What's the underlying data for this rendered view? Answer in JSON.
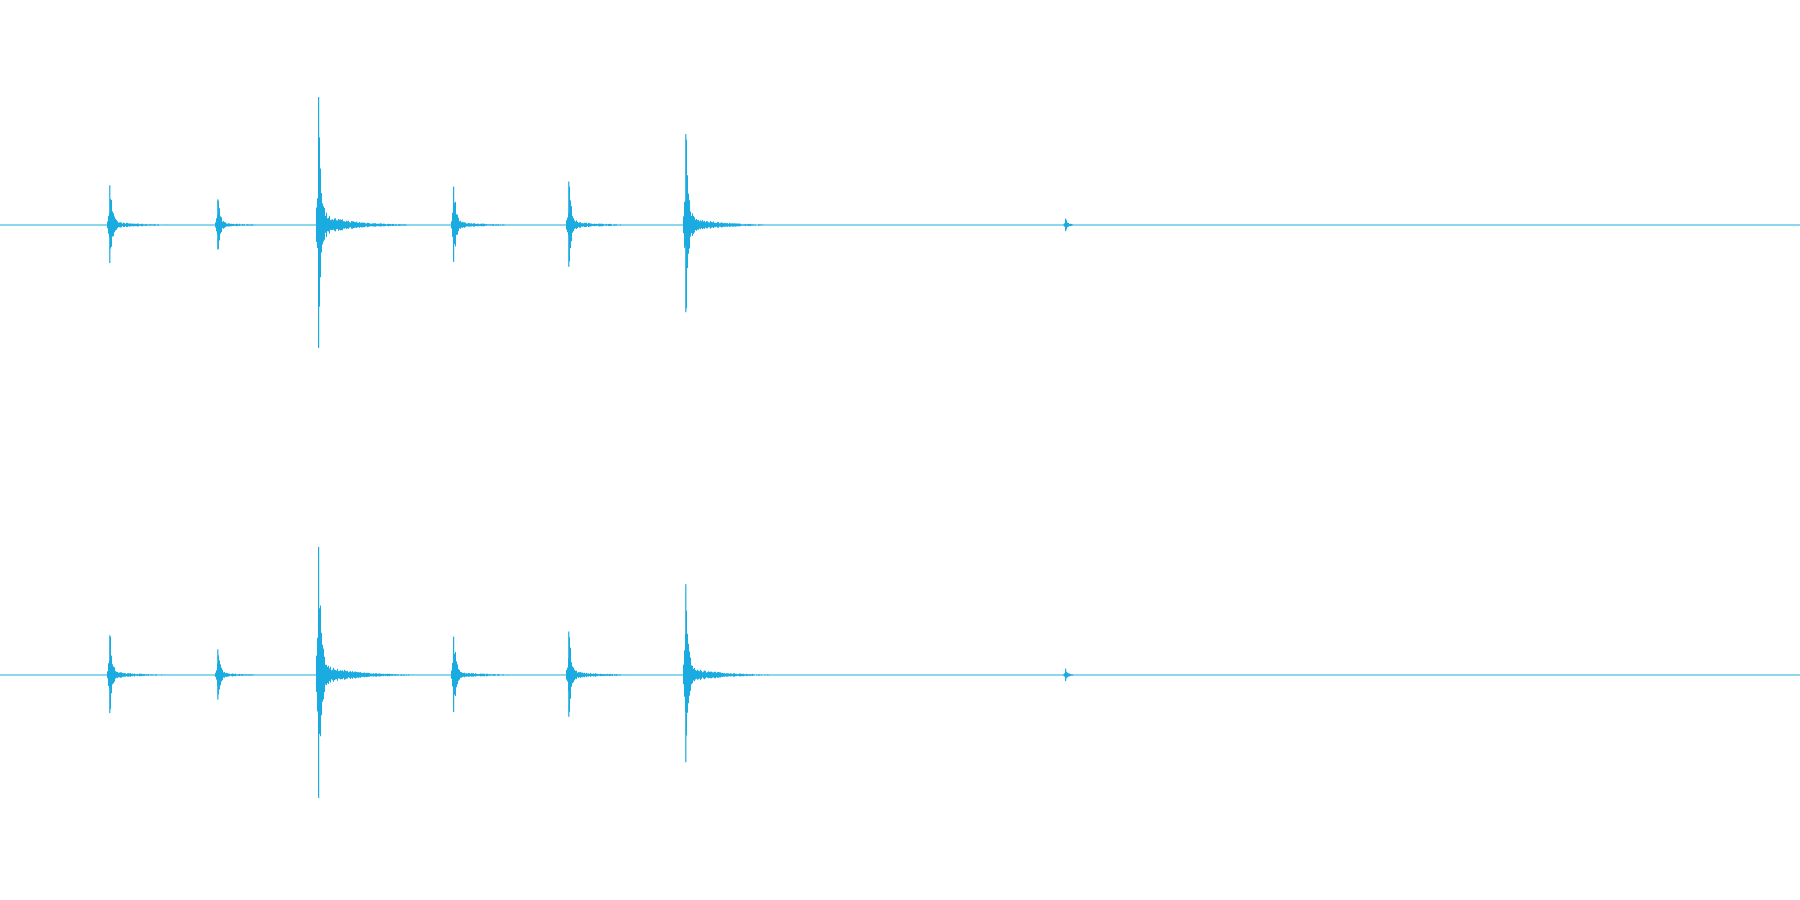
{
  "chart_data": {
    "type": "area",
    "title": "",
    "xlabel": "",
    "ylabel": "",
    "color": "#1aace0",
    "grid": false,
    "legend": "none",
    "duration": 1.0,
    "ylim": [
      -1,
      1
    ],
    "series": [
      {
        "channel": 1,
        "transients": [
          {
            "t": 0.061,
            "amp": 0.31
          },
          {
            "t": 0.121,
            "amp": 0.2
          },
          {
            "t": 0.177,
            "amp": 1.0
          },
          {
            "t": 0.252,
            "amp": 0.3
          },
          {
            "t": 0.316,
            "amp": 0.34
          },
          {
            "t": 0.381,
            "amp": 0.71
          },
          {
            "t": 0.592,
            "amp": 0.05
          }
        ]
      },
      {
        "channel": 2,
        "transients": [
          {
            "t": 0.061,
            "amp": 0.31
          },
          {
            "t": 0.121,
            "amp": 0.2
          },
          {
            "t": 0.177,
            "amp": 1.0
          },
          {
            "t": 0.252,
            "amp": 0.3
          },
          {
            "t": 0.316,
            "amp": 0.34
          },
          {
            "t": 0.381,
            "amp": 0.71
          },
          {
            "t": 0.592,
            "amp": 0.05
          }
        ]
      }
    ]
  }
}
